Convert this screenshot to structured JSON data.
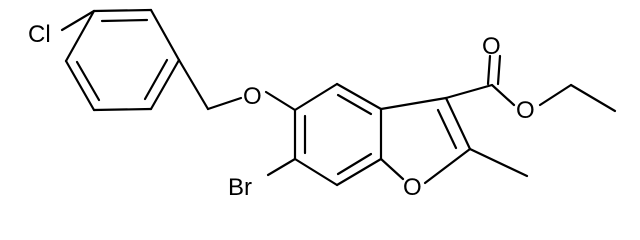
{
  "structure": {
    "atom_labels": {
      "chlorine": "Cl",
      "ether_oxygen": "O",
      "bromine": "Br",
      "furan_oxygen": "O",
      "carbonyl_oxygen": "O",
      "ester_oxygen": "O"
    },
    "colors": {
      "bond": "#000000",
      "label": "#000000",
      "background": "#ffffff"
    }
  }
}
